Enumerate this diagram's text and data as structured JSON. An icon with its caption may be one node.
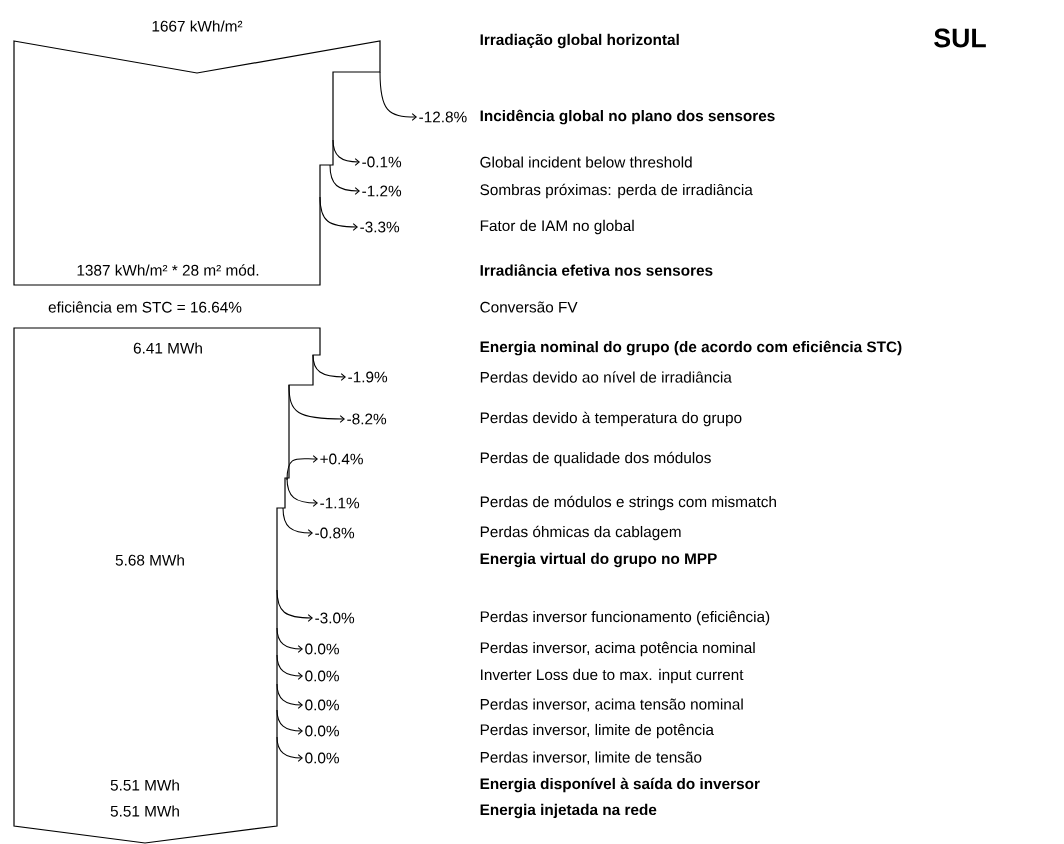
{
  "diagram": {
    "title": "SUL",
    "nodes": [
      {
        "text": [
          "1667 kWh/m²",
          "1387 kWh/m² * 28 m² mód."
        ]
      },
      {
        "text": [
          "-12.8%"
        ]
      },
      {
        "text": [
          "-0.1%"
        ]
      },
      {
        "text": [
          "-1.2%"
        ]
      },
      {
        "text": [
          "-3.3%"
        ]
      },
      {
        "text": [
          "6.41 MWh",
          "5.68 MWh",
          "5.51 MWh",
          "5.51 MWh"
        ]
      },
      {
        "text": [
          "-1.9%"
        ]
      },
      {
        "text": [
          "-8.2%"
        ]
      },
      {
        "text": [
          "+0.4%"
        ]
      },
      {
        "text": [
          "-1.1%"
        ]
      },
      {
        "text": [
          "-0.8%"
        ]
      },
      {
        "text": [
          "-3.0%"
        ]
      },
      {
        "text": [
          "0.0%"
        ]
      },
      {
        "text": [
          "0.0%"
        ]
      },
      {
        "text": [
          "0.0%"
        ]
      },
      {
        "text": [
          "0.0%"
        ]
      },
      {
        "text": [
          "0.0%"
        ]
      }
    ],
    "edges": [
      {
        "from": 0,
        "to": 1,
        "arrow": "to"
      },
      {
        "from": 0,
        "to": 2,
        "arrow": "to"
      },
      {
        "from": 0,
        "to": 3,
        "arrow": "to"
      },
      {
        "from": 0,
        "to": 4,
        "arrow": "to"
      },
      {
        "from": 5,
        "to": 6,
        "arrow": "to"
      },
      {
        "from": 5,
        "to": 7,
        "arrow": "to"
      },
      {
        "from": 5,
        "to": 8,
        "arrow": "to"
      },
      {
        "from": 5,
        "to": 9,
        "arrow": "to"
      },
      {
        "from": 5,
        "to": 10,
        "arrow": "to"
      },
      {
        "from": 5,
        "to": 11,
        "arrow": "to"
      },
      {
        "from": 5,
        "to": 12,
        "arrow": "to"
      },
      {
        "from": 5,
        "to": 13,
        "arrow": "to"
      },
      {
        "from": 5,
        "to": 14,
        "arrow": "to"
      },
      {
        "from": 5,
        "to": 15,
        "arrow": "to"
      },
      {
        "from": 5,
        "to": 16,
        "arrow": "to"
      }
    ],
    "labels": [
      "Irradiação global horizontal",
      "Incidência global no plano dos sensores",
      "Global incident below threshold",
      "Sombras próximas: perda de irradiância",
      "Fator de IAM no global",
      "Irradiância efetiva nos sensores",
      "eficiência em STC = 16.64%",
      "Conversão FV",
      "Energia nominal do grupo (de acordo com eficiência STC)",
      "Perdas devido ao nível de irradiância",
      "Perdas devido à temperatura do grupo",
      "Perdas de qualidade dos módulos",
      "Perdas de módulos e strings com mismatch",
      "Perdas óhmicas da cablagem",
      "Energia virtual do grupo no MPP",
      "Perdas inversor funcionamento (eficiência)",
      "Perdas inversor, acima potência nominal",
      "Inverter Loss due to max. input current",
      "Perdas inversor, acima tensão nominal",
      "Perdas inversor, limite de potência",
      "Perdas inversor, limite de tensão",
      "Energia disponível à saída do inversor",
      "Energia injetada na rede"
    ]
  }
}
